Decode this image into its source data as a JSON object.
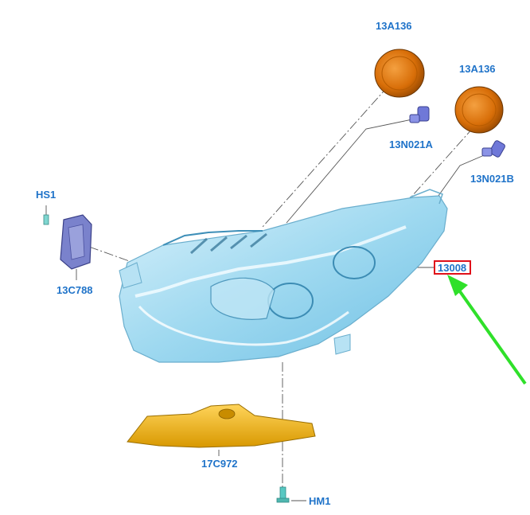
{
  "callouts": {
    "cap_top": "13A136",
    "cap_right": "13A136",
    "bulb_top": "13N021A",
    "bulb_right": "13N021B",
    "hs1": "HS1",
    "ballast": "13C788",
    "headlamp": "13008",
    "bracket": "17C972",
    "hm1": "HM1"
  },
  "colors": {
    "callout_text": "#1f73c9",
    "highlight_box": "#e0101a",
    "pointer_arrow": "#2fe02a",
    "headlamp_body": "#8fd2ec",
    "cap": "#e07a10",
    "bracket": "#f0b400",
    "bulb": "#6f78d8",
    "ballast": "#7a82cc"
  },
  "highlighted_part": "13008"
}
